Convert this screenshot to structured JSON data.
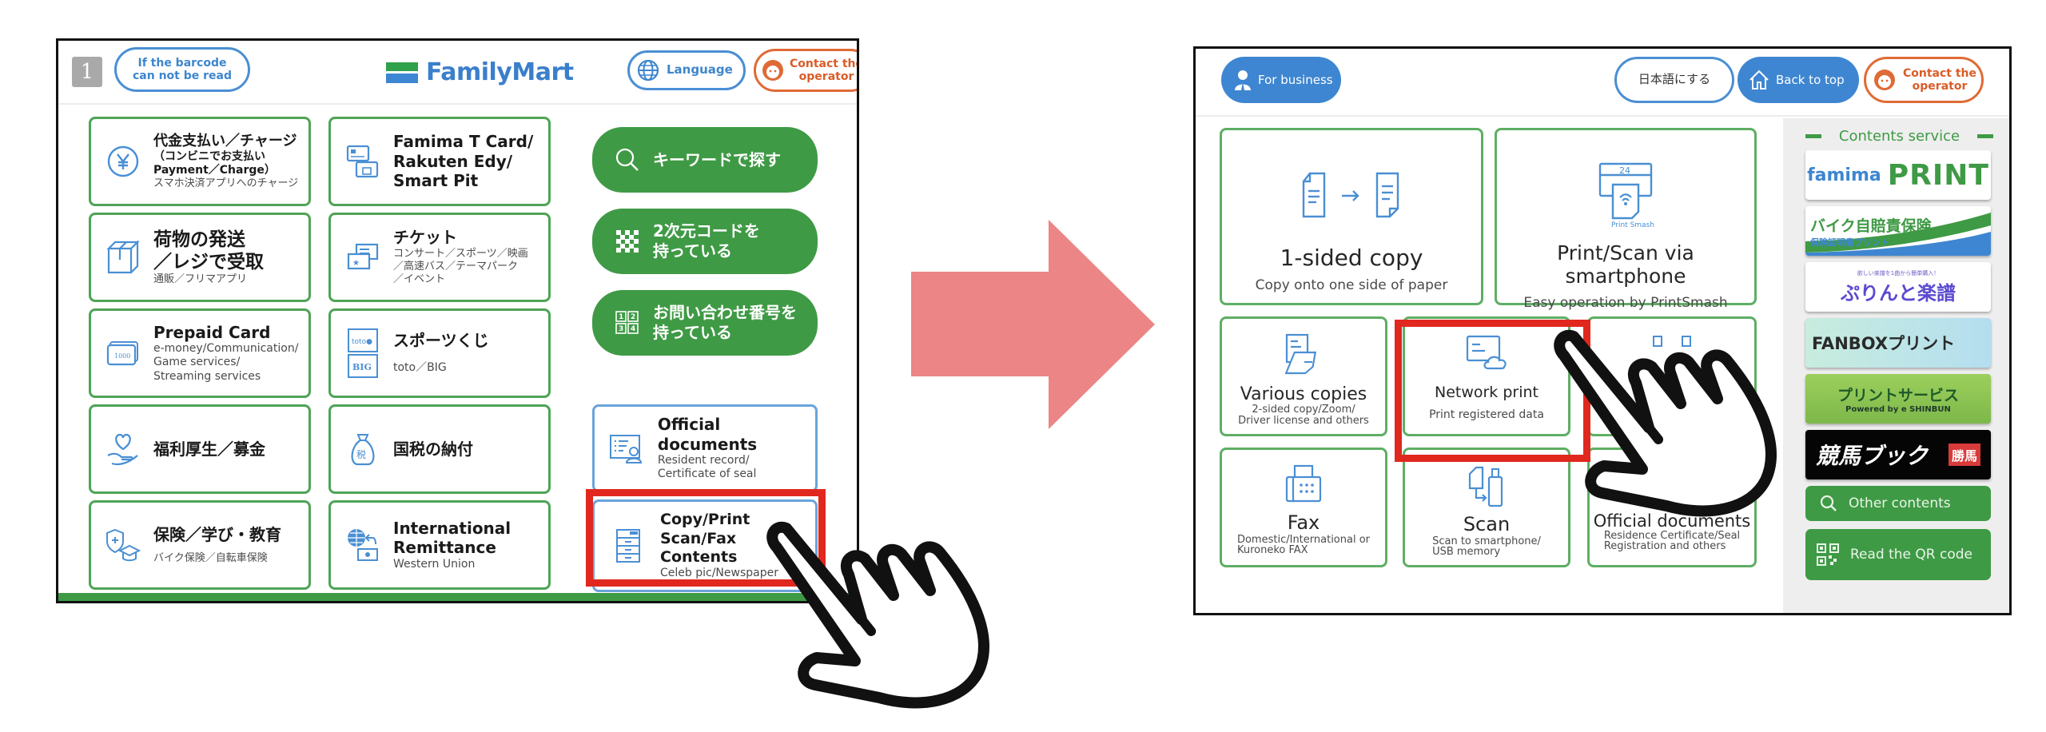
{
  "left_screen": {
    "step_number": "1",
    "barcode_button": "If the barcode\ncan not be read",
    "logo_text": "FamilyMart",
    "language_button": "Language",
    "contact_button": "Contact the\noperator",
    "tiles": [
      {
        "title": "代金支払い／チャージ",
        "title2": "（コンビニでお支払い\nPayment／Charge）",
        "sub": "スマホ決済アプリへのチャージ",
        "icon": "yen-icon"
      },
      {
        "title": "Famima T Card/\nRakuten Edy/\nSmart Pit",
        "sub": "",
        "icon": "cards-icon"
      },
      {
        "title": "荷物の発送\n／レジで受取",
        "sub": "通販／フリマアプリ",
        "icon": "package-icon"
      },
      {
        "title": "チケット",
        "sub": "コンサート／スポーツ／映画\n／高速バス／テーマパーク\n／イベント",
        "icon": "ticket-icon"
      },
      {
        "title": "Prepaid Card",
        "sub": "e-money/Communication/\nGame services/\nStreaming services",
        "icon": "prepaid-card-icon"
      },
      {
        "title": "スポーツくじ",
        "sub": "toto／BIG",
        "icon": "toto-big-icon"
      },
      {
        "title": "福利厚生／募金",
        "sub": "",
        "icon": "heart-hand-icon"
      },
      {
        "title": "国税の納付",
        "sub": "",
        "icon": "tax-bag-icon"
      },
      {
        "title": "保険／学び・教育",
        "sub": "バイク保険／自転車保険",
        "icon": "insurance-education-icon"
      },
      {
        "title": "International\nRemittance",
        "sub": "Western Union",
        "icon": "remittance-icon"
      }
    ],
    "green_buttons": [
      {
        "label": "キーワードで探す",
        "icon": "search-icon"
      },
      {
        "label": "2次元コードを\n持っている",
        "icon": "qr-code-icon"
      },
      {
        "label": "お問い合わせ番号を\n持っている",
        "icon": "number-grid-icon"
      }
    ],
    "official_documents": {
      "title": "Official documents",
      "sub": "Resident record/\nCertificate of seal"
    },
    "copy_print": {
      "title": "Copy/Print\nScan/Fax\nContents",
      "sub": "Celeb pic/Newspaper"
    }
  },
  "right_screen": {
    "for_business_button": "For business",
    "japanese_button": "日本語にする",
    "back_to_top_button": "Back to top",
    "contact_button": "Contact the\noperator",
    "tiles": [
      {
        "title": "1-sided copy",
        "sub": "Copy onto one side of paper",
        "icon": "one-sided-copy-icon"
      },
      {
        "title": "Print/Scan via smartphone",
        "sub": "Easy operation by PrintSmash",
        "icon": "printsmash-icon",
        "icon_caption": "Print Smash",
        "icon_number": "24"
      },
      {
        "title": "Various copies",
        "sub": "2-sided copy/Zoom/\nDriver license and others",
        "icon": "various-copies-icon"
      },
      {
        "title": "Network print",
        "sub": "Print registered data",
        "icon": "network-print-icon"
      },
      {
        "title": "",
        "sub": "",
        "icon": "usb-icon"
      },
      {
        "title": "Fax",
        "sub": "Domestic/International or\nKuroneko FAX",
        "icon": "fax-icon"
      },
      {
        "title": "Scan",
        "sub": "Scan to smartphone/\nUSB memory",
        "icon": "scan-icon"
      },
      {
        "title": "Official documents",
        "sub": "Residence Certificate/Seal\nRegistration and others",
        "icon": "official-docs-icon"
      }
    ],
    "sidebar": {
      "heading": "Contents service",
      "banners": [
        {
          "name": "famima-print",
          "text_a": "famima",
          "text_b": "PRINT"
        },
        {
          "name": "bike-insurance",
          "text_a": "バイク自賠責保険",
          "text_b": "保険証明書プリント"
        },
        {
          "name": "sheet-music",
          "text_a": "欲しい楽譜を1曲から簡単購入！",
          "text_b": "ぷりんと楽譜"
        },
        {
          "name": "fanbox",
          "text_a": "FANBOXプリント",
          "text_b": ""
        },
        {
          "name": "e-print",
          "text_a": "プリントサービス",
          "text_b": "Powered by e SHINBUN"
        },
        {
          "name": "keiba-book",
          "text_a": "競馬ブック",
          "text_b": "勝馬"
        }
      ],
      "other_contents_button": "Other contents",
      "qr_button": "Read the QR code"
    }
  },
  "colors": {
    "green": "#3f9a45",
    "blue": "#3e86d1",
    "orange": "#e06a35",
    "highlight_red": "#e1281f",
    "arrow": "#ec8585"
  }
}
